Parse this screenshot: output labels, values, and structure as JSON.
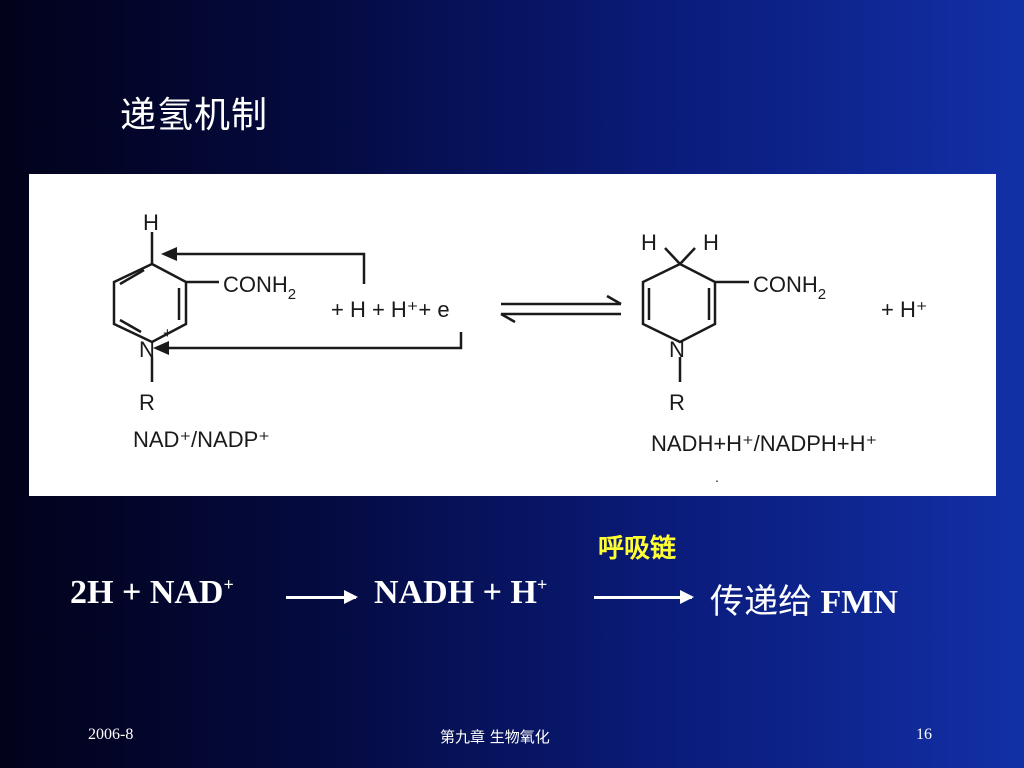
{
  "slide": {
    "title": "递氢机制"
  },
  "figure": {
    "left_molecule": {
      "top_h": "H",
      "substituent": "CONH",
      "substituent_sub": "2",
      "ring_n": "N",
      "ring_charge": "+",
      "r_group": "R",
      "label": "NAD⁺/NADP⁺"
    },
    "reactants": "+ H + H⁺+ e",
    "right_molecule": {
      "top_h_left": "H",
      "top_h_right": "H",
      "substituent": "CONH",
      "substituent_sub": "2",
      "ring_n": "N",
      "r_group": "R",
      "label": "NADH+H⁺/NADPH+H⁺"
    },
    "product_extra": "+ H⁺",
    "stray_mark": "."
  },
  "equation": {
    "chain_label": "呼吸链",
    "part1": "2H  + NAD",
    "part1_sup": "+",
    "part2": "NADH + H",
    "part2_sup": "+",
    "part3_cn": "传递给",
    "part3_en": " FMN"
  },
  "footer": {
    "date": "2006-8",
    "chapter": "第九章  生物氧化",
    "page_number": "16"
  }
}
